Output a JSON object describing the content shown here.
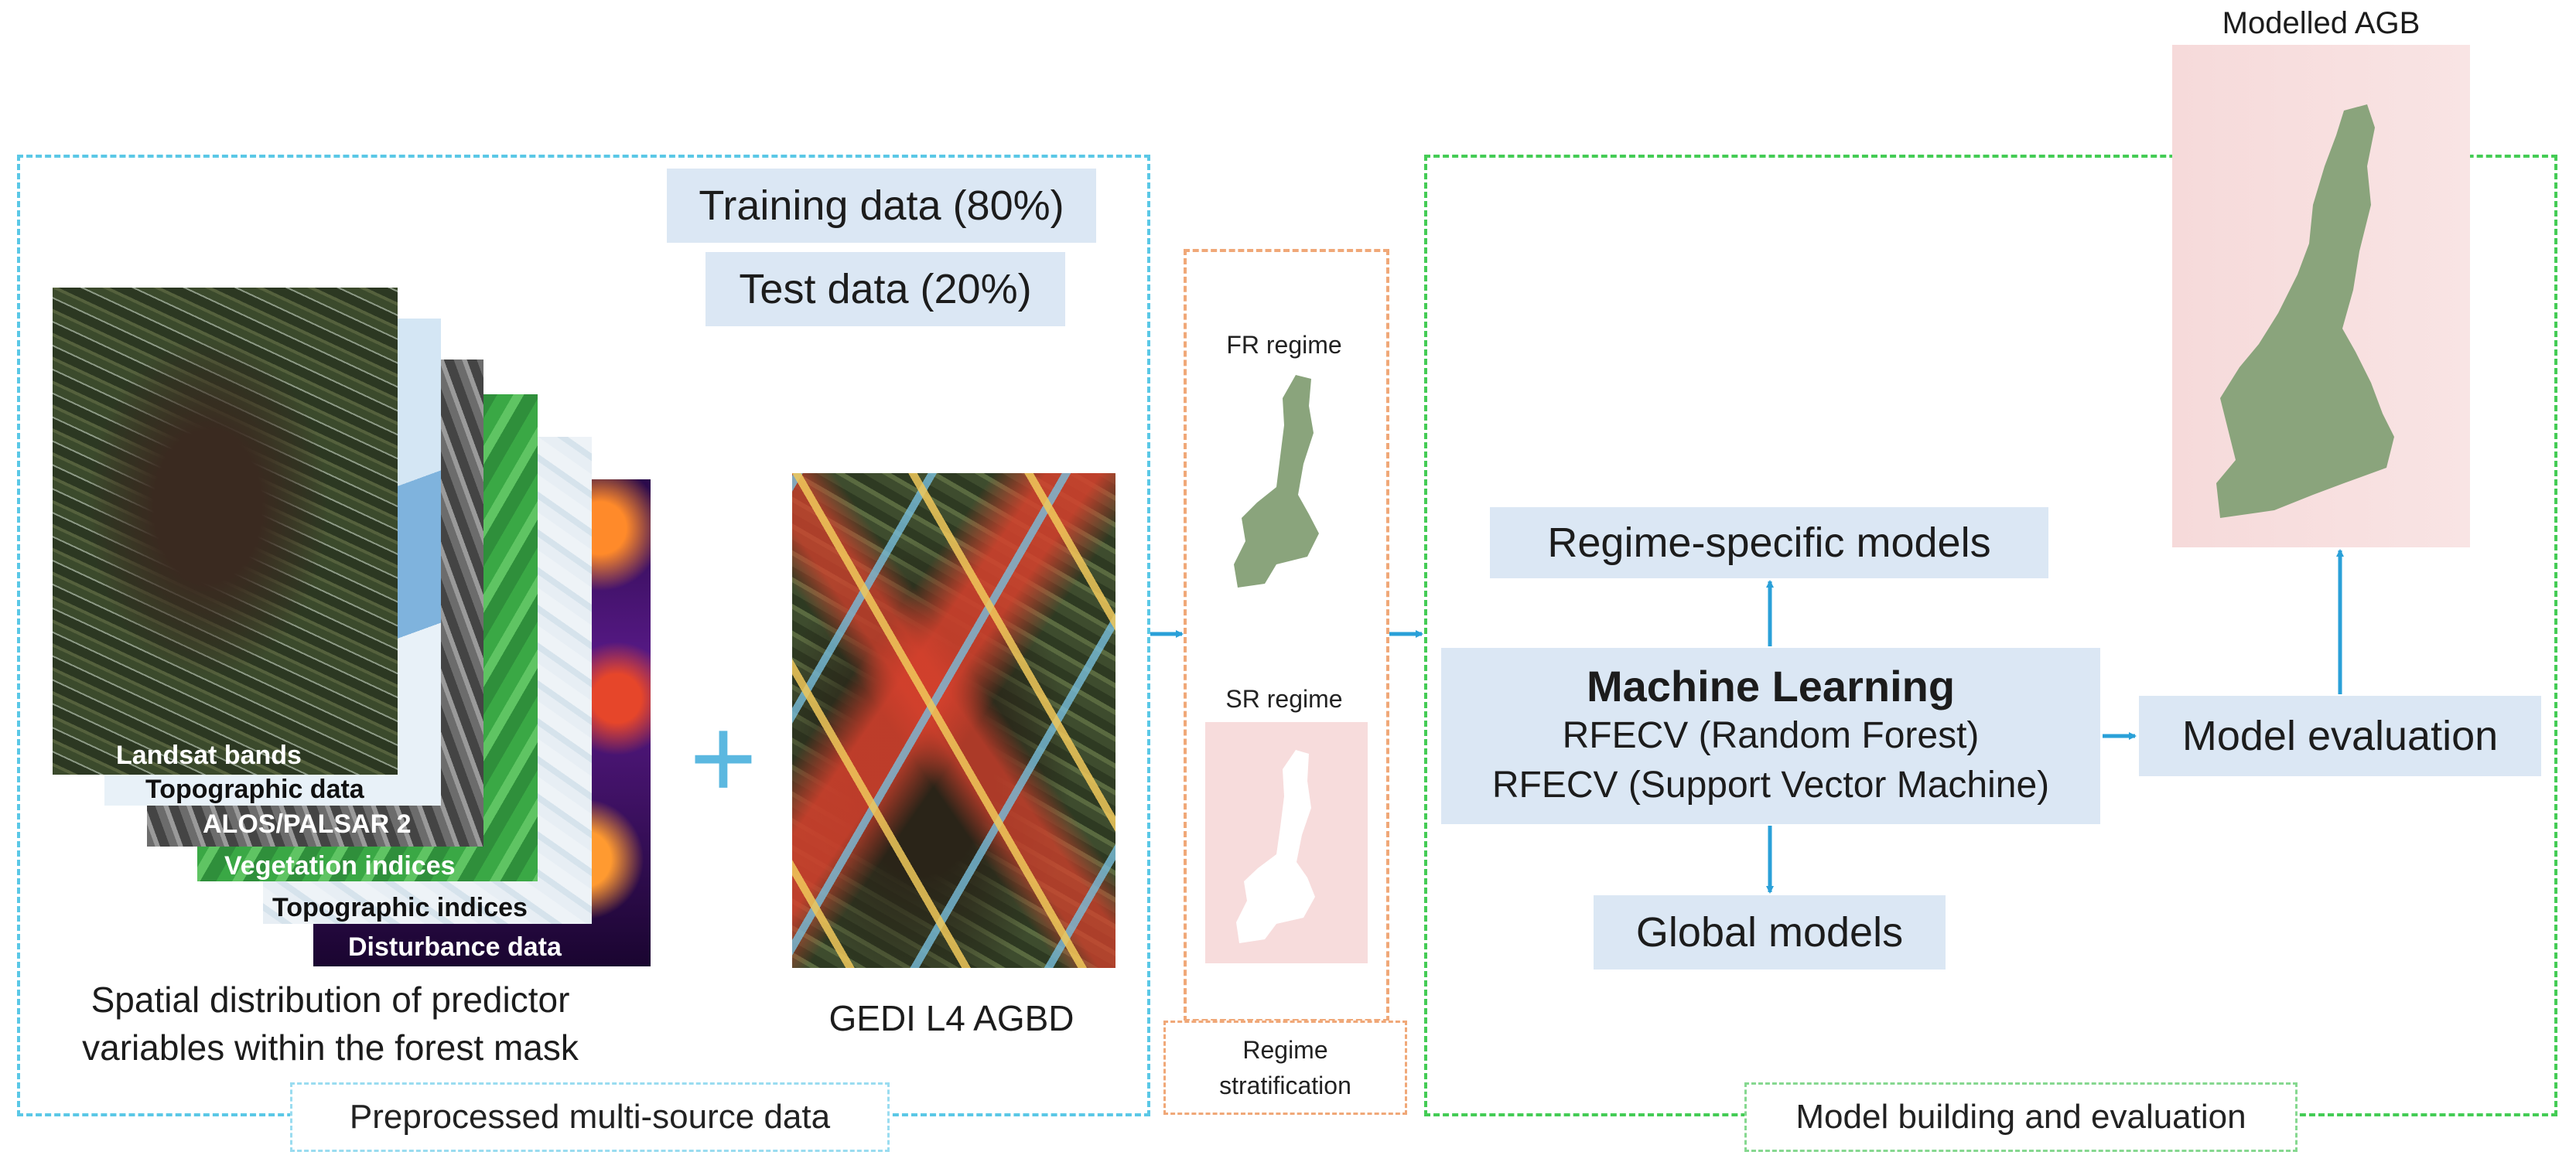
{
  "colors": {
    "preprocess_frame": "#5bc8e6",
    "regime_frame": "#f0a878",
    "model_frame": "#44cc55",
    "box_fill": "#dbe7f4",
    "arrow": "#2aa0d8",
    "region_green": "#8aa47c",
    "pink": "#f7dcdc"
  },
  "preprocessing": {
    "training_label": "Training data (80%)",
    "test_label": "Test data (20%)",
    "layers": [
      {
        "label": "Landsat bands",
        "icon": "satellite-image"
      },
      {
        "label": "Topographic data",
        "icon": "elevation-map"
      },
      {
        "label": "ALOS/PALSAR 2",
        "icon": "radar-image"
      },
      {
        "label": "Vegetation indices",
        "icon": "vegetation-map"
      },
      {
        "label": "Topographic indices",
        "icon": "terrain-index-map"
      },
      {
        "label": "Disturbance data",
        "icon": "heat-map"
      }
    ],
    "plus_symbol": "+",
    "predictor_caption_line1": "Spatial distribution  of predictor",
    "predictor_caption_line2": "variables within the forest mask",
    "gedi_caption": "GEDI L4 AGBD",
    "section_label": "Preprocessed multi-source data"
  },
  "regime": {
    "fr_label": "FR regime",
    "sr_label": "SR regime",
    "section_label_line1": "Regime",
    "section_label_line2": "stratification"
  },
  "modeling": {
    "ml_title": "Machine Learning",
    "ml_line1": "RFECV (Random Forest)",
    "ml_line2": "RFECV (Support Vector Machine)",
    "regime_models": "Regime-specific models",
    "global_models": "Global models",
    "evaluation": "Model evaluation",
    "output_label": "Modelled AGB",
    "section_label": "Model building and evaluation"
  }
}
